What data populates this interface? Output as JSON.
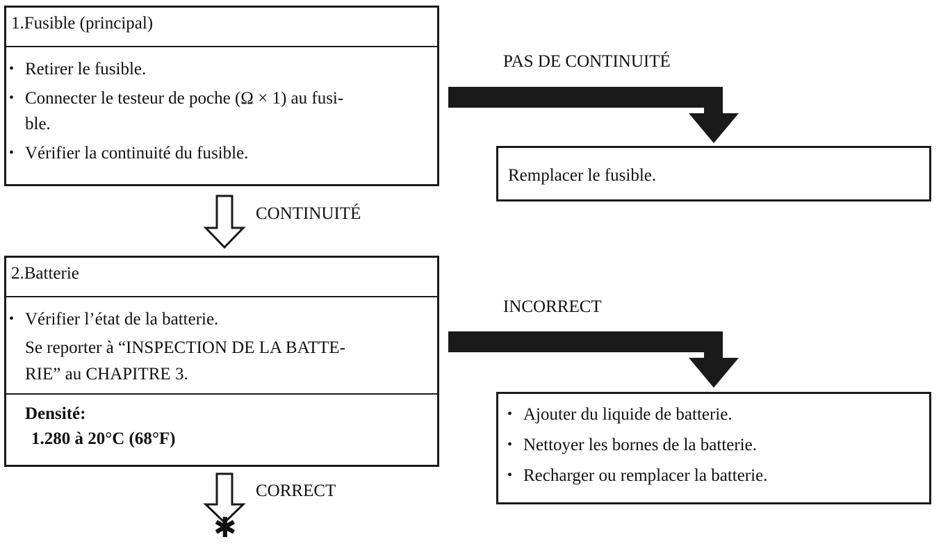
{
  "step1": {
    "title": "1.Fusible (principal)",
    "items": [
      "Retirer le fusible.",
      "Connecter le testeur de poche (Ω × 1) au fusi-",
      "ble.",
      "Vérifier la continuité du fusible."
    ],
    "bullets": [
      true,
      true,
      false,
      true
    ]
  },
  "fail1": {
    "label": "PAS DE CONTINUITÉ",
    "action": "Remplacer le fusible."
  },
  "pass1": {
    "label": "CONTINUITÉ"
  },
  "step2": {
    "title": "2.Batterie",
    "items": [
      "Vérifier l’état de la batterie.",
      "Se reporter à “INSPECTION DE LA BATTE-",
      "RIE” au CHAPITRE 3."
    ],
    "spec_label": "Densité:",
    "spec_value": "1.280 à 20°C (68°F)"
  },
  "fail2": {
    "label": "INCORRECT",
    "actions": [
      "Ajouter du liquide de batterie.",
      "Nettoyer les bornes de la batterie.",
      "Recharger ou remplacer la batterie."
    ]
  },
  "pass2": {
    "label": "CORRECT",
    "marker": "✱"
  },
  "colors": {
    "ink": "#1a1a1a",
    "background": "#ffffff"
  }
}
